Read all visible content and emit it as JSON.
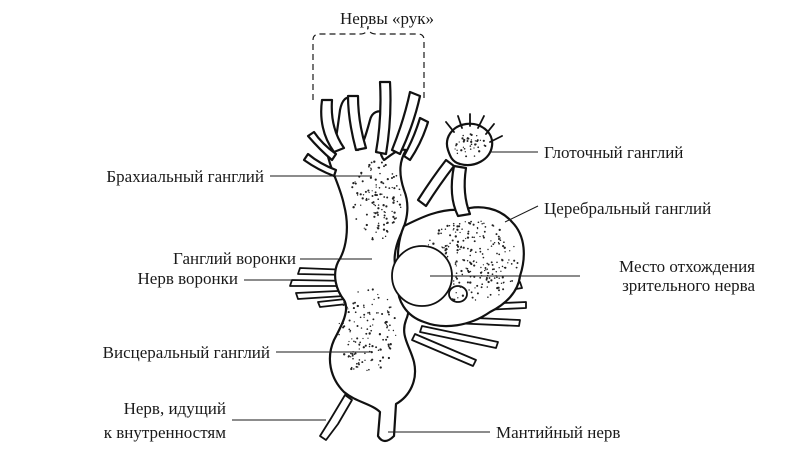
{
  "labels": {
    "arm_nerves": "Нервы «рук»",
    "pharyngeal_ganglion": "Глоточный ганглий",
    "brachial_ganglion": "Брахиальный ганглий",
    "cerebral_ganglion": "Церебральный ганглий",
    "infundibular_ganglion": "Ганглий воронки",
    "infundibular_nerve": "Нерв воронки",
    "optic_nerve_origin_line1": "Место отхождения",
    "optic_nerve_origin_line2": "зрительного нерва",
    "visceral_ganglion": "Висцеральный ганглий",
    "visceral_nerve_line1": "Нерв, идущий",
    "visceral_nerve_line2": "к внутренностям",
    "mantle_nerve": "Мантийный нерв"
  }
}
